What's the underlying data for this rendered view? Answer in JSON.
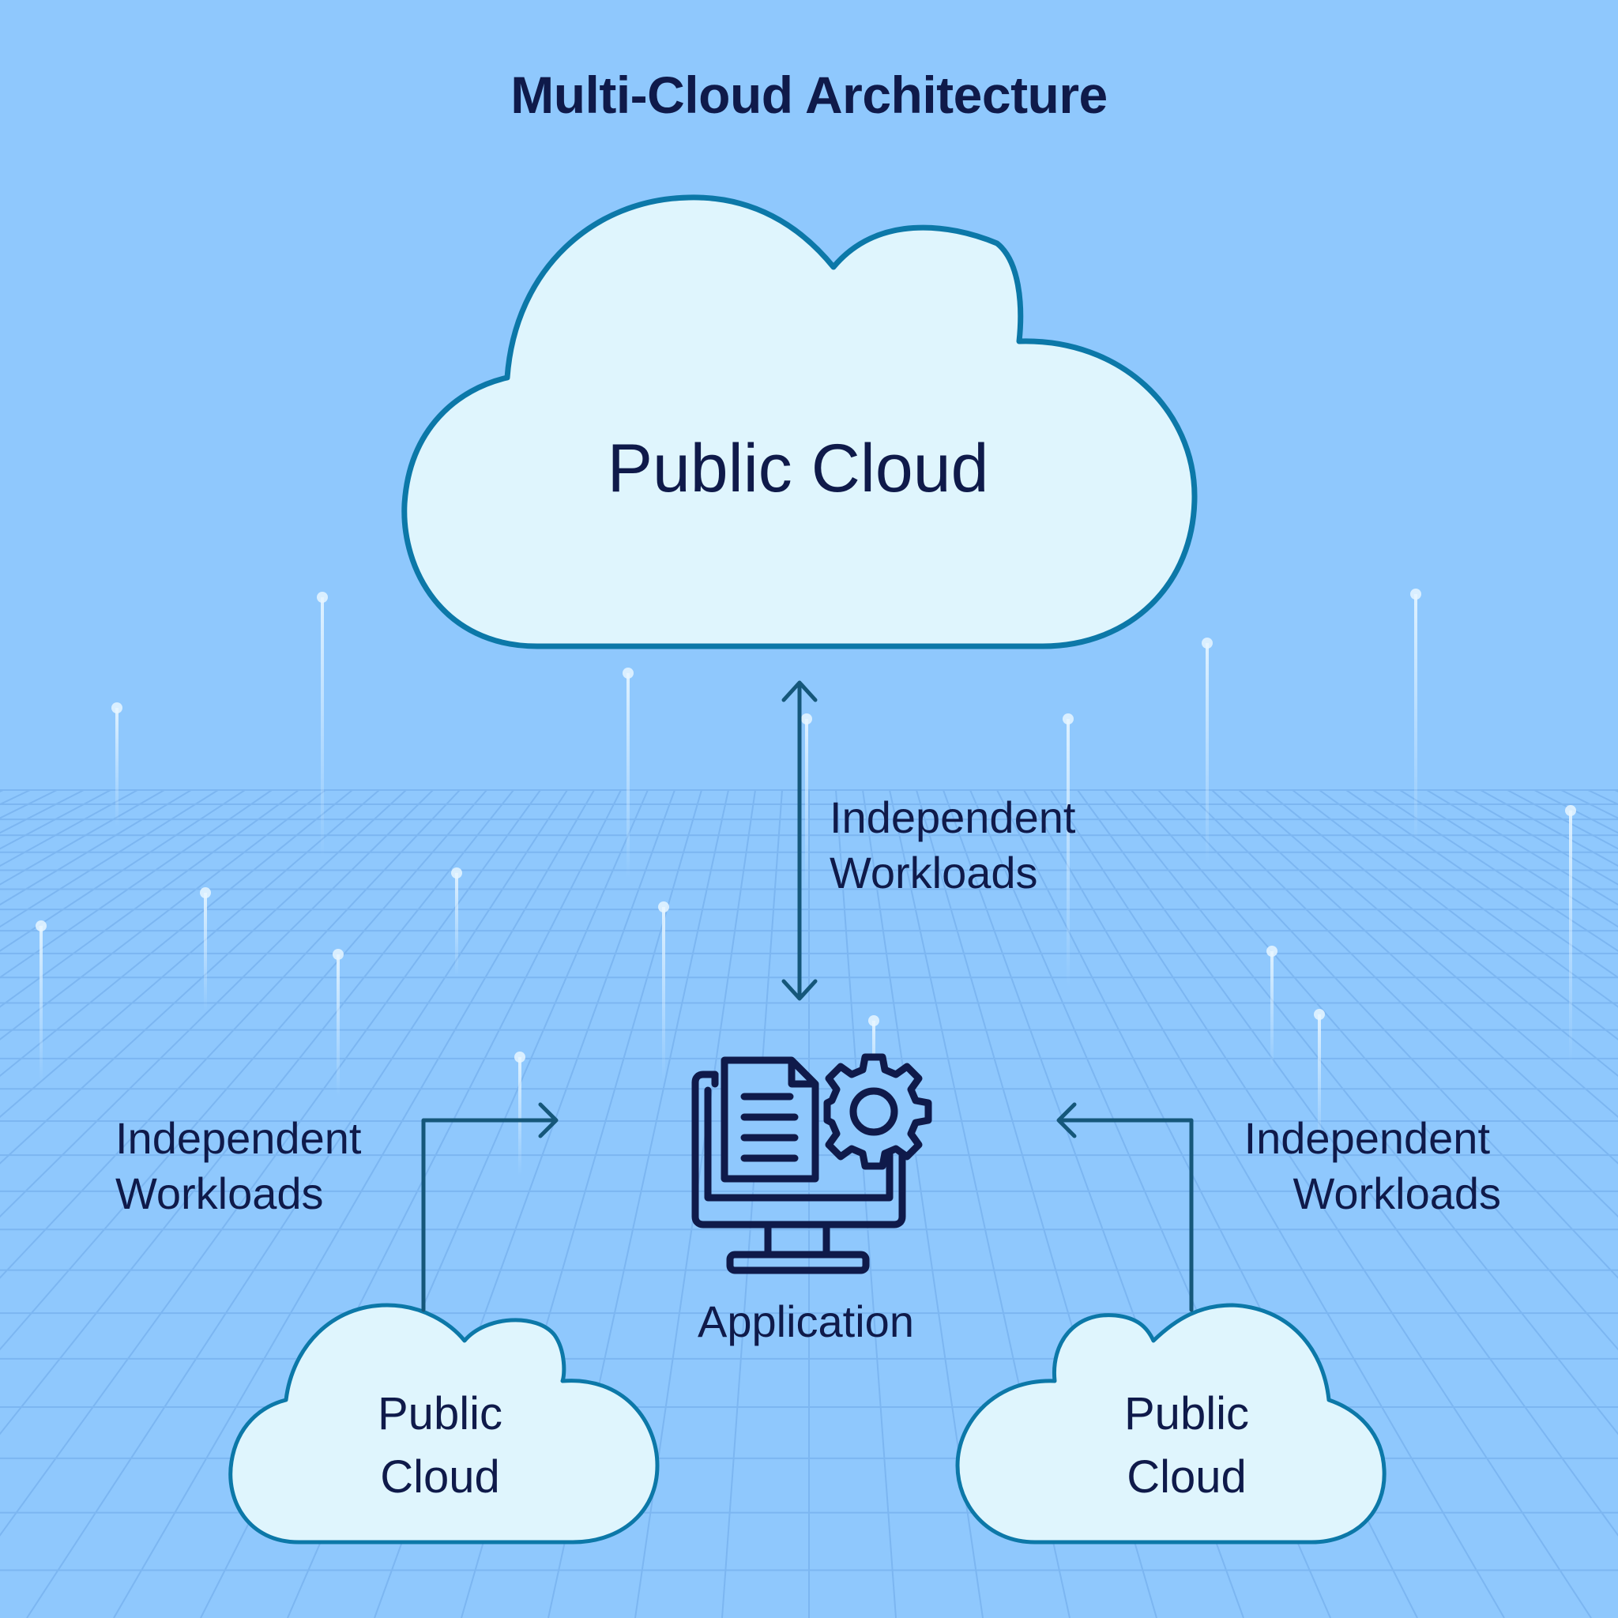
{
  "title": "Multi-Cloud Architecture",
  "clouds": {
    "top": {
      "label": "Public Cloud"
    },
    "bottom_left": {
      "line1": "Public",
      "line2": "Cloud"
    },
    "bottom_right": {
      "line1": "Public",
      "line2": "Cloud"
    }
  },
  "workloads": {
    "top": {
      "line1": "Independent",
      "line2": "Workloads"
    },
    "left": {
      "line1": "Independent",
      "line2": "Workloads"
    },
    "right": {
      "line1": "Independent",
      "line2": "Workloads"
    }
  },
  "application": {
    "label": "Application",
    "icon": "computer-settings-icon"
  },
  "colors": {
    "background": "#8fc8fd",
    "cloud_fill": "#dff5fd",
    "cloud_stroke": "#0c78a8",
    "arrow": "#15577a",
    "text": "#0f1a4a",
    "grid": "#76b0ee"
  }
}
